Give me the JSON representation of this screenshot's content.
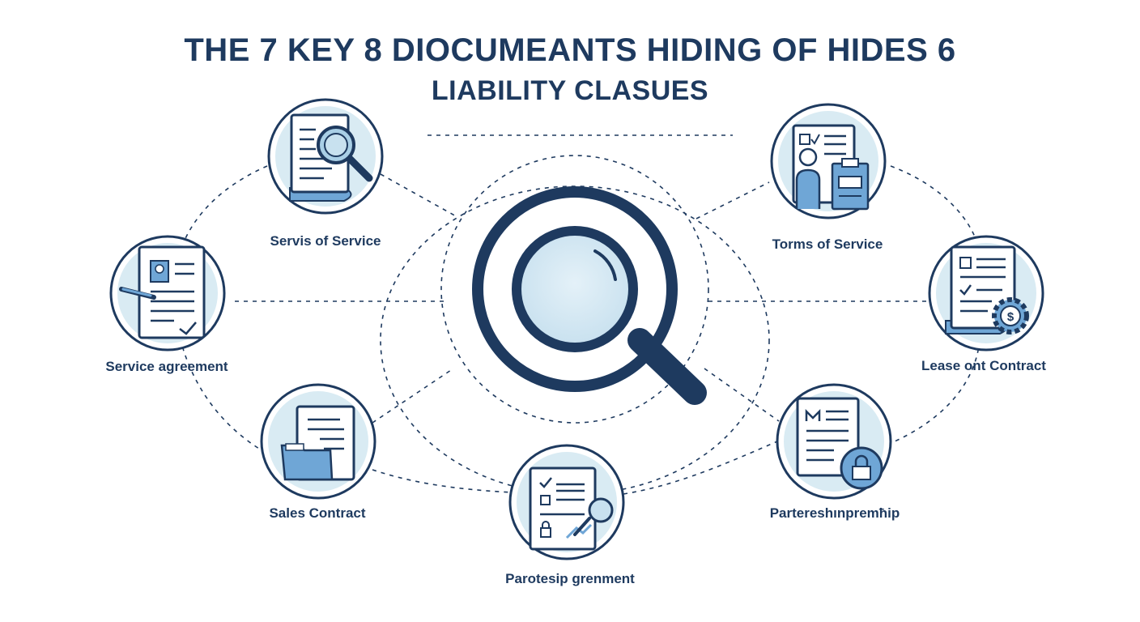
{
  "title": {
    "line1": "THE 7 KEY 8 DIOCUMEANTS HIDING OF HIDES 6",
    "line2": "LIABILITY CLASUES"
  },
  "center": {
    "icon": "magnifying-glass-icon"
  },
  "nodes": [
    {
      "id": "top-left",
      "label": "Servis of Service",
      "icon": "document-search-icon"
    },
    {
      "id": "left",
      "label": "Service agreement",
      "icon": "document-signature-icon"
    },
    {
      "id": "bottom-left",
      "label": "Sales Contract",
      "icon": "document-folder-icon"
    },
    {
      "id": "bottom",
      "label": "Parotesip grenment",
      "icon": "checklist-document-icon"
    },
    {
      "id": "bottom-right",
      "label": "Partereshınpremħip",
      "icon": "document-lock-icon"
    },
    {
      "id": "right",
      "label": "Lease ont Contract",
      "icon": "document-gear-dollar-icon"
    },
    {
      "id": "top-right",
      "label": "Torms of Service",
      "icon": "person-clipboard-icon"
    }
  ],
  "colors": {
    "navy": "#1e3a5f",
    "light_blue": "#d9ebf3",
    "mid_blue": "#6fa6d6",
    "line": "#1e3a5f"
  }
}
